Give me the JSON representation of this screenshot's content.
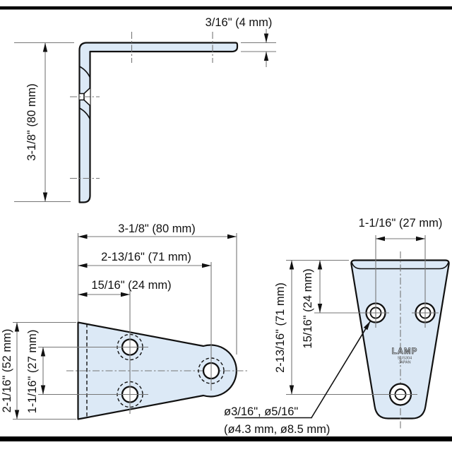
{
  "colors": {
    "part_fill": "#dce9f6",
    "line": "#111111",
    "dim_line": "#767676",
    "text_color": "#111111",
    "rule": "#000000"
  },
  "side_view": {
    "height_label": "3-1/8\" (80 mm)",
    "thickness_label": "3/16\" (4 mm)"
  },
  "plan_view": {
    "width_label": "3-1/8\" (80 mm)",
    "hole_span_label": "2-13/16\" (71 mm)",
    "hole_offset_label": "15/16\" (24 mm)",
    "depth_label": "2-1/16\" (52 mm)",
    "hole_gap_label": "1-1/16\" (27 mm)"
  },
  "front_view": {
    "hole_span_label": "1-1/16\" (27 mm)",
    "bottom_hole_label": "2-13/16\" (71 mm)",
    "hole_offset_label": "15/16\" (24 mm)",
    "stamp": {
      "brand": "LAMP",
      "material": "SUS304",
      "origin": "JAPAN"
    }
  },
  "note": {
    "line1": "ø3/16\", ø5/16\"",
    "line2": "(ø4.3 mm, ø8.5 mm)"
  }
}
